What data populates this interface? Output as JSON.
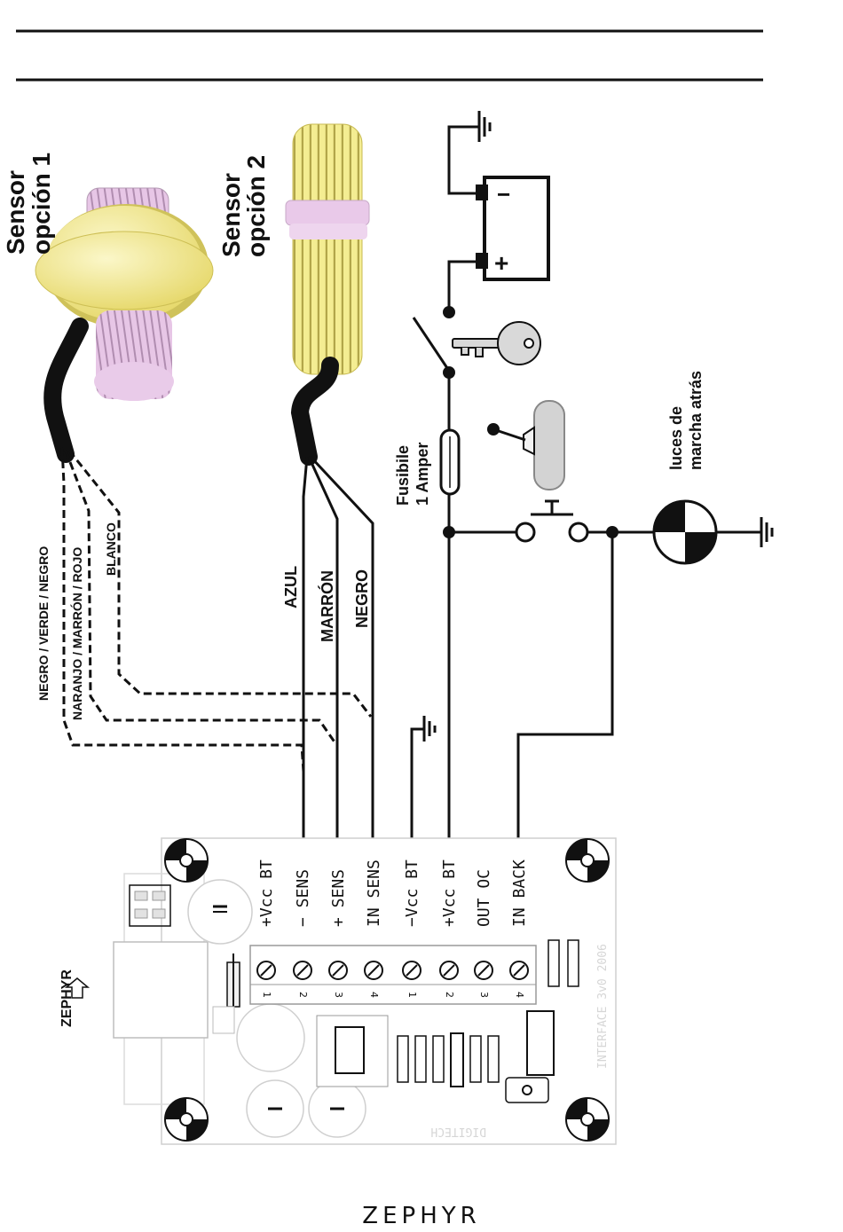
{
  "sensor1": {
    "label_line1": "Sensor",
    "label_line2": "opción 1"
  },
  "sensor2": {
    "label_line1": "Sensor",
    "label_line2": "opción 2"
  },
  "wires_option1": [
    "NEGRO / VERDE / NEGRO",
    "NARANJO / MARRÓN / ROJO",
    "BLANCO"
  ],
  "wires_option2": [
    "AZUL",
    "MARRÓN",
    "NEGRO"
  ],
  "fuse": {
    "line1": "Fusibile",
    "line2": "1 Amper"
  },
  "lamp": {
    "line1": "luces de",
    "line2": "marcha atrás"
  },
  "battery": {
    "minus": "−",
    "plus": "+"
  },
  "terminals": [
    "+Vcc BT",
    "− SENS",
    "+ SENS",
    "IN SENS",
    "−Vcc BT",
    "+Vcc BT",
    "OUT OC",
    "IN BACK"
  ],
  "terminal_numbers": [
    "1",
    "2",
    "3",
    "4",
    "1",
    "2",
    "3",
    "4"
  ],
  "board": {
    "brand": "ZEPHYR",
    "silk_top": "INTERFACE 3v0 2006",
    "silk_bottom": "DIGITECH"
  },
  "footer": "ZEPHYR"
}
